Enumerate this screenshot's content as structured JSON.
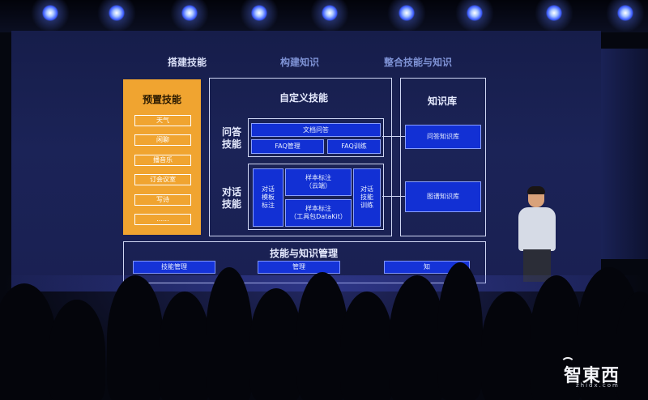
{
  "slide": {
    "headers": [
      "搭建技能",
      "构建知识",
      "整合技能与知识"
    ],
    "preset": {
      "title": "预置技能",
      "items": [
        "天气",
        "闲聊",
        "播音乐",
        "订会议室",
        "写诗",
        "......"
      ]
    },
    "custom": {
      "title": "自定义技能",
      "qa_label": "问答\n技能",
      "qa_doc": "文档问答",
      "qa_faq_manage": "FAQ管理",
      "qa_faq_train": "FAQ训练",
      "dlg_label": "对话\n技能",
      "dlg_template": "对话\n模板\n标注",
      "dlg_sample_cloud": "样本标注\n（云端）",
      "dlg_sample_kit": "样本标注\n（工具包DataKit）",
      "dlg_train": "对话\n技能\n训练"
    },
    "knowledge": {
      "title": "知识库",
      "qa_kb": "问答知识库",
      "graph_kb": "图谱知识库"
    },
    "management": {
      "title": "技能与知识管理",
      "items": [
        "技能管理",
        "管理",
        "知"
      ]
    }
  },
  "watermark": {
    "logo": "智東西",
    "domain": "zhidx.com"
  },
  "colors": {
    "screen_bg": "#1a2154",
    "preset_orange": "#f0a430",
    "module_blue": "#1230d4"
  }
}
